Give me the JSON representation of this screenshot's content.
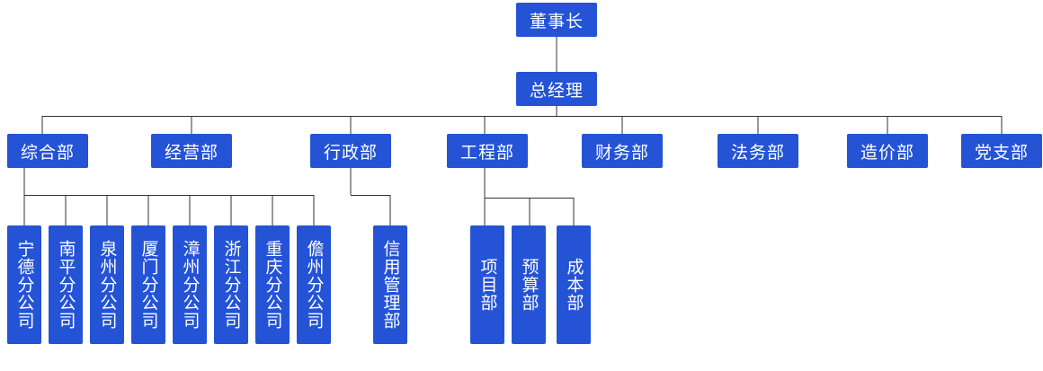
{
  "org_chart": {
    "chairman": "董事长",
    "general_manager": "总经理",
    "departments": {
      "general_affairs": "综合部",
      "business": "经营部",
      "administration": "行政部",
      "engineering": "工程部",
      "finance": "财务部",
      "legal": "法务部",
      "cost": "造价部",
      "party_branch": "党支部"
    },
    "branches": [
      "宁德分公司",
      "南平分公司",
      "泉州分公司",
      "厦门分公司",
      "漳州分公司",
      "浙江分公司",
      "重庆分公司",
      "儋州分公司"
    ],
    "credit_management": "信用管理部",
    "engineering_subs": [
      "项目部",
      "预算部",
      "成本部"
    ]
  },
  "colors": {
    "box": "#2453d6",
    "line": "#333333",
    "text": "#ffffff"
  }
}
